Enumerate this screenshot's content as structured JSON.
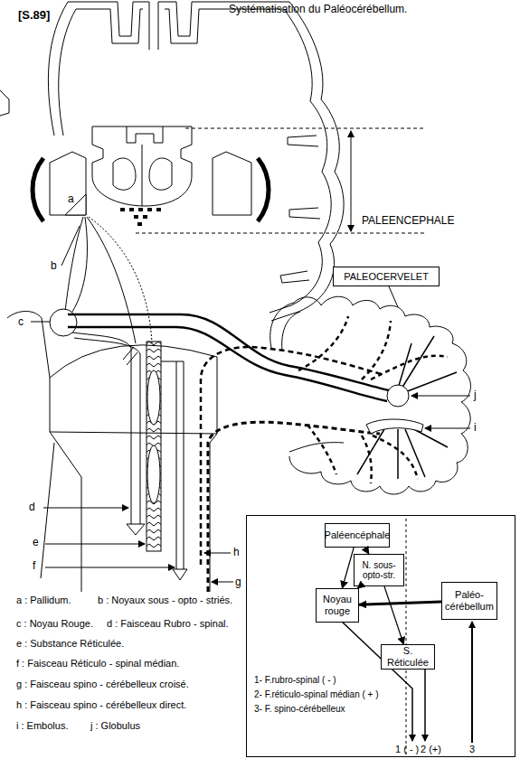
{
  "diagram": {
    "title": "Systématisation du Paléocérébellum.",
    "nodes": [
      {
        "text": [
          "PALEOCERVELET"
        ]
      },
      {
        "text": [
          "1- F.rubro-spinal ( - )",
          "2- F.réticulo-spinal médian ( + )",
          "3- F. spino-cérébelleux"
        ]
      },
      {
        "text": [
          "Paléencéphale"
        ],
        "in": 1
      },
      {
        "text": [
          "N. sous-opto-str."
        ],
        "in": 1
      },
      {
        "text": [
          "Noyau rouge"
        ],
        "in": 1
      },
      {
        "text": [
          "Paléo-cérébellum"
        ],
        "in": 1
      },
      {
        "text": [
          "S. Réticulée"
        ],
        "in": 1
      }
    ],
    "edges": [
      {
        "from": 2,
        "to": 4,
        "arrow": "to"
      },
      {
        "from": 2,
        "to": 3,
        "arrow": "to"
      },
      {
        "from": 3,
        "to": 4,
        "arrow": "to"
      },
      {
        "from": 3,
        "to": 6,
        "arrow": "to"
      },
      {
        "from": 5,
        "to": 4,
        "arrow": "to"
      }
    ],
    "labels": [
      "[S.89]",
      "PALEENCEPHALE",
      "a",
      "b",
      "c",
      "d",
      "e",
      "f",
      "g",
      "h",
      "i",
      "j",
      "a : Pallidum.",
      "b : Noyaux sous - opto - striés.",
      "c : Noyau Rouge.",
      "d : Faisceau Rubro - spinal.",
      "e : Substance Réticulée.",
      "f : Faisceau Réticulo - spinal médian.",
      "g : Faisceau spino - cérébelleux croisé.",
      "h : Faisceau spino - cérébelleux direct.",
      "i : Embolus.",
      "j : Globulus",
      "1 ( - )",
      "2 (+)",
      "3"
    ]
  }
}
